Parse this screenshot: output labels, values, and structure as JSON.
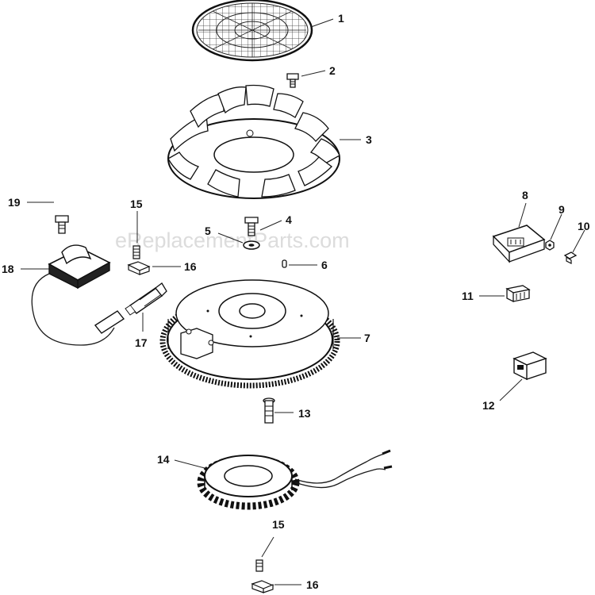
{
  "watermark": "eReplacementParts.com",
  "callouts": {
    "c1": "1",
    "c2": "2",
    "c3": "3",
    "c4": "4",
    "c5": "5",
    "c6": "6",
    "c7": "7",
    "c8": "8",
    "c9": "9",
    "c10": "10",
    "c11": "11",
    "c12": "12",
    "c13": "13",
    "c14": "14",
    "c15a": "15",
    "c15b": "15",
    "c16a": "16",
    "c16b": "16",
    "c17": "17",
    "c18": "18",
    "c19": "19"
  }
}
